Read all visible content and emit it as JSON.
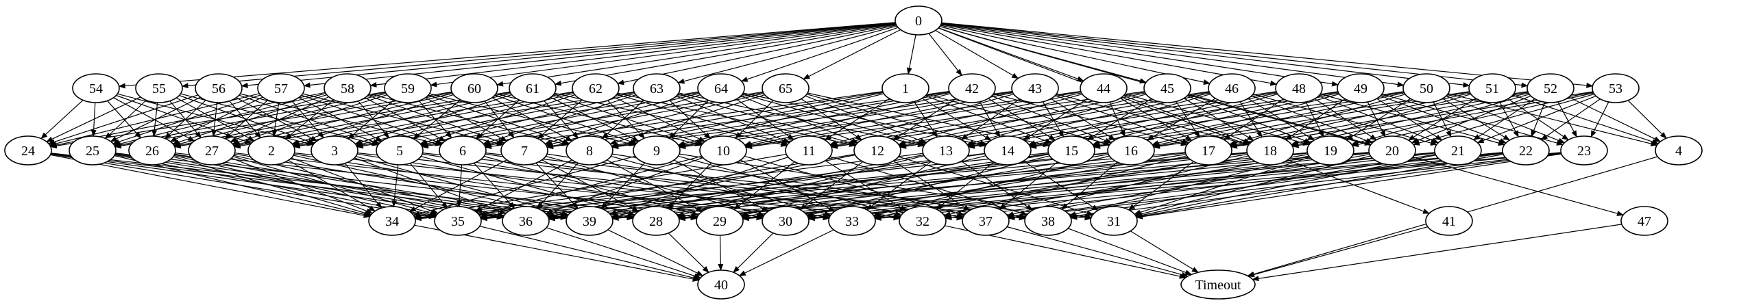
{
  "nodes": [
    {
      "id": "0",
      "label": "0"
    },
    {
      "id": "54",
      "label": "54"
    },
    {
      "id": "55",
      "label": "55"
    },
    {
      "id": "56",
      "label": "56"
    },
    {
      "id": "57",
      "label": "57"
    },
    {
      "id": "58",
      "label": "58"
    },
    {
      "id": "59",
      "label": "59"
    },
    {
      "id": "60",
      "label": "60"
    },
    {
      "id": "61",
      "label": "61"
    },
    {
      "id": "62",
      "label": "62"
    },
    {
      "id": "63",
      "label": "63"
    },
    {
      "id": "64",
      "label": "64"
    },
    {
      "id": "65",
      "label": "65"
    },
    {
      "id": "1",
      "label": "1"
    },
    {
      "id": "42",
      "label": "42"
    },
    {
      "id": "43",
      "label": "43"
    },
    {
      "id": "44",
      "label": "44"
    },
    {
      "id": "45",
      "label": "45"
    },
    {
      "id": "46",
      "label": "46"
    },
    {
      "id": "48",
      "label": "48"
    },
    {
      "id": "49",
      "label": "49"
    },
    {
      "id": "50",
      "label": "50"
    },
    {
      "id": "51",
      "label": "51"
    },
    {
      "id": "52",
      "label": "52"
    },
    {
      "id": "53",
      "label": "53"
    },
    {
      "id": "24",
      "label": "24"
    },
    {
      "id": "25",
      "label": "25"
    },
    {
      "id": "26",
      "label": "26"
    },
    {
      "id": "27",
      "label": "27"
    },
    {
      "id": "2",
      "label": "2"
    },
    {
      "id": "3",
      "label": "3"
    },
    {
      "id": "5",
      "label": "5"
    },
    {
      "id": "6",
      "label": "6"
    },
    {
      "id": "7",
      "label": "7"
    },
    {
      "id": "8",
      "label": "8"
    },
    {
      "id": "9",
      "label": "9"
    },
    {
      "id": "10",
      "label": "10"
    },
    {
      "id": "11",
      "label": "11"
    },
    {
      "id": "12",
      "label": "12"
    },
    {
      "id": "13",
      "label": "13"
    },
    {
      "id": "14",
      "label": "14"
    },
    {
      "id": "15",
      "label": "15"
    },
    {
      "id": "16",
      "label": "16"
    },
    {
      "id": "17",
      "label": "17"
    },
    {
      "id": "18",
      "label": "18"
    },
    {
      "id": "19",
      "label": "19"
    },
    {
      "id": "20",
      "label": "20"
    },
    {
      "id": "21",
      "label": "21"
    },
    {
      "id": "22",
      "label": "22"
    },
    {
      "id": "23",
      "label": "23"
    },
    {
      "id": "4",
      "label": "4"
    },
    {
      "id": "34",
      "label": "34"
    },
    {
      "id": "35",
      "label": "35"
    },
    {
      "id": "36",
      "label": "36"
    },
    {
      "id": "39",
      "label": "39"
    },
    {
      "id": "28",
      "label": "28"
    },
    {
      "id": "29",
      "label": "29"
    },
    {
      "id": "30",
      "label": "30"
    },
    {
      "id": "33",
      "label": "33"
    },
    {
      "id": "32",
      "label": "32"
    },
    {
      "id": "37",
      "label": "37"
    },
    {
      "id": "38",
      "label": "38"
    },
    {
      "id": "31",
      "label": "31"
    },
    {
      "id": "41",
      "label": "41"
    },
    {
      "id": "47",
      "label": "47"
    },
    {
      "id": "40",
      "label": "40",
      "color": "#0000ff"
    },
    {
      "id": "Timeout",
      "label": "Timeout",
      "color": "#ff0000"
    }
  ],
  "edges": [
    [
      "0",
      "54"
    ],
    [
      "0",
      "55"
    ],
    [
      "0",
      "56"
    ],
    [
      "0",
      "57"
    ],
    [
      "0",
      "58"
    ],
    [
      "0",
      "59"
    ],
    [
      "0",
      "60"
    ],
    [
      "0",
      "61"
    ],
    [
      "0",
      "62"
    ],
    [
      "0",
      "63"
    ],
    [
      "0",
      "64"
    ],
    [
      "0",
      "65"
    ],
    [
      "0",
      "1"
    ],
    [
      "0",
      "42"
    ],
    [
      "0",
      "43"
    ],
    [
      "0",
      "44"
    ],
    [
      "0",
      "45"
    ],
    [
      "0",
      "46"
    ],
    [
      "0",
      "48"
    ],
    [
      "0",
      "49"
    ],
    [
      "0",
      "50"
    ],
    [
      "0",
      "51"
    ],
    [
      "0",
      "52"
    ],
    [
      "0",
      "53"
    ],
    [
      "0",
      "41"
    ],
    [
      "0",
      "47"
    ],
    [
      "54",
      "24"
    ],
    [
      "54",
      "25"
    ],
    [
      "54",
      "26"
    ],
    [
      "54",
      "27"
    ],
    [
      "54",
      "2"
    ],
    [
      "54",
      "3"
    ],
    [
      "55",
      "24"
    ],
    [
      "55",
      "25"
    ],
    [
      "55",
      "26"
    ],
    [
      "55",
      "27"
    ],
    [
      "55",
      "2"
    ],
    [
      "55",
      "3"
    ],
    [
      "55",
      "5"
    ],
    [
      "56",
      "24"
    ],
    [
      "56",
      "25"
    ],
    [
      "56",
      "26"
    ],
    [
      "56",
      "27"
    ],
    [
      "56",
      "2"
    ],
    [
      "56",
      "3"
    ],
    [
      "56",
      "5"
    ],
    [
      "56",
      "6"
    ],
    [
      "57",
      "24"
    ],
    [
      "57",
      "25"
    ],
    [
      "57",
      "26"
    ],
    [
      "57",
      "27"
    ],
    [
      "57",
      "2"
    ],
    [
      "57",
      "3"
    ],
    [
      "57",
      "5"
    ],
    [
      "57",
      "6"
    ],
    [
      "57",
      "7"
    ],
    [
      "58",
      "24"
    ],
    [
      "58",
      "25"
    ],
    [
      "58",
      "26"
    ],
    [
      "58",
      "27"
    ],
    [
      "58",
      "2"
    ],
    [
      "58",
      "5"
    ],
    [
      "58",
      "6"
    ],
    [
      "58",
      "7"
    ],
    [
      "58",
      "8"
    ],
    [
      "59",
      "24"
    ],
    [
      "59",
      "25"
    ],
    [
      "59",
      "26"
    ],
    [
      "59",
      "27"
    ],
    [
      "59",
      "3"
    ],
    [
      "59",
      "6"
    ],
    [
      "59",
      "7"
    ],
    [
      "59",
      "8"
    ],
    [
      "59",
      "9"
    ],
    [
      "60",
      "25"
    ],
    [
      "60",
      "26"
    ],
    [
      "60",
      "27"
    ],
    [
      "60",
      "2"
    ],
    [
      "60",
      "5"
    ],
    [
      "60",
      "7"
    ],
    [
      "60",
      "8"
    ],
    [
      "60",
      "9"
    ],
    [
      "60",
      "10"
    ],
    [
      "61",
      "26"
    ],
    [
      "61",
      "27"
    ],
    [
      "61",
      "2"
    ],
    [
      "61",
      "3"
    ],
    [
      "61",
      "6"
    ],
    [
      "61",
      "8"
    ],
    [
      "61",
      "9"
    ],
    [
      "61",
      "10"
    ],
    [
      "61",
      "11"
    ],
    [
      "62",
      "27"
    ],
    [
      "62",
      "2"
    ],
    [
      "62",
      "3"
    ],
    [
      "62",
      "5"
    ],
    [
      "62",
      "7"
    ],
    [
      "62",
      "9"
    ],
    [
      "62",
      "10"
    ],
    [
      "62",
      "11"
    ],
    [
      "62",
      "12"
    ],
    [
      "63",
      "2"
    ],
    [
      "63",
      "3"
    ],
    [
      "63",
      "5"
    ],
    [
      "63",
      "6"
    ],
    [
      "63",
      "8"
    ],
    [
      "63",
      "10"
    ],
    [
      "63",
      "11"
    ],
    [
      "63",
      "12"
    ],
    [
      "63",
      "13"
    ],
    [
      "64",
      "3"
    ],
    [
      "64",
      "5"
    ],
    [
      "64",
      "6"
    ],
    [
      "64",
      "7"
    ],
    [
      "64",
      "9"
    ],
    [
      "64",
      "11"
    ],
    [
      "64",
      "12"
    ],
    [
      "64",
      "13"
    ],
    [
      "64",
      "14"
    ],
    [
      "65",
      "5"
    ],
    [
      "65",
      "6"
    ],
    [
      "65",
      "7"
    ],
    [
      "65",
      "8"
    ],
    [
      "65",
      "10"
    ],
    [
      "65",
      "12"
    ],
    [
      "65",
      "13"
    ],
    [
      "65",
      "14"
    ],
    [
      "65",
      "15"
    ],
    [
      "1",
      "6"
    ],
    [
      "1",
      "7"
    ],
    [
      "1",
      "8"
    ],
    [
      "1",
      "9"
    ],
    [
      "1",
      "11"
    ],
    [
      "1",
      "13"
    ],
    [
      "1",
      "14"
    ],
    [
      "1",
      "15"
    ],
    [
      "1",
      "16"
    ],
    [
      "42",
      "7"
    ],
    [
      "42",
      "8"
    ],
    [
      "42",
      "9"
    ],
    [
      "42",
      "10"
    ],
    [
      "42",
      "12"
    ],
    [
      "42",
      "14"
    ],
    [
      "42",
      "15"
    ],
    [
      "42",
      "16"
    ],
    [
      "42",
      "17"
    ],
    [
      "43",
      "8"
    ],
    [
      "43",
      "9"
    ],
    [
      "43",
      "10"
    ],
    [
      "43",
      "11"
    ],
    [
      "43",
      "13"
    ],
    [
      "43",
      "15"
    ],
    [
      "43",
      "16"
    ],
    [
      "43",
      "17"
    ],
    [
      "43",
      "18"
    ],
    [
      "44",
      "9"
    ],
    [
      "44",
      "10"
    ],
    [
      "44",
      "11"
    ],
    [
      "44",
      "12"
    ],
    [
      "44",
      "14"
    ],
    [
      "44",
      "16"
    ],
    [
      "44",
      "17"
    ],
    [
      "44",
      "18"
    ],
    [
      "44",
      "19"
    ],
    [
      "45",
      "10"
    ],
    [
      "45",
      "11"
    ],
    [
      "45",
      "12"
    ],
    [
      "45",
      "13"
    ],
    [
      "45",
      "15"
    ],
    [
      "45",
      "17"
    ],
    [
      "45",
      "18"
    ],
    [
      "45",
      "19"
    ],
    [
      "45",
      "20"
    ],
    [
      "46",
      "11"
    ],
    [
      "46",
      "12"
    ],
    [
      "46",
      "13"
    ],
    [
      "46",
      "14"
    ],
    [
      "46",
      "16"
    ],
    [
      "46",
      "18"
    ],
    [
      "46",
      "19"
    ],
    [
      "46",
      "20"
    ],
    [
      "46",
      "21"
    ],
    [
      "48",
      "12"
    ],
    [
      "48",
      "13"
    ],
    [
      "48",
      "14"
    ],
    [
      "48",
      "15"
    ],
    [
      "48",
      "17"
    ],
    [
      "48",
      "19"
    ],
    [
      "48",
      "20"
    ],
    [
      "48",
      "21"
    ],
    [
      "48",
      "22"
    ],
    [
      "49",
      "13"
    ],
    [
      "49",
      "14"
    ],
    [
      "49",
      "15"
    ],
    [
      "49",
      "16"
    ],
    [
      "49",
      "18"
    ],
    [
      "49",
      "20"
    ],
    [
      "49",
      "21"
    ],
    [
      "49",
      "22"
    ],
    [
      "49",
      "23"
    ],
    [
      "50",
      "14"
    ],
    [
      "50",
      "15"
    ],
    [
      "50",
      "16"
    ],
    [
      "50",
      "17"
    ],
    [
      "50",
      "19"
    ],
    [
      "50",
      "21"
    ],
    [
      "50",
      "22"
    ],
    [
      "50",
      "23"
    ],
    [
      "50",
      "4"
    ],
    [
      "51",
      "15"
    ],
    [
      "51",
      "16"
    ],
    [
      "51",
      "17"
    ],
    [
      "51",
      "18"
    ],
    [
      "51",
      "20"
    ],
    [
      "51",
      "22"
    ],
    [
      "51",
      "23"
    ],
    [
      "51",
      "4"
    ],
    [
      "52",
      "16"
    ],
    [
      "52",
      "17"
    ],
    [
      "52",
      "18"
    ],
    [
      "52",
      "19"
    ],
    [
      "52",
      "20"
    ],
    [
      "52",
      "21"
    ],
    [
      "52",
      "22"
    ],
    [
      "52",
      "23"
    ],
    [
      "52",
      "4"
    ],
    [
      "53",
      "17"
    ],
    [
      "53",
      "18"
    ],
    [
      "53",
      "19"
    ],
    [
      "53",
      "20"
    ],
    [
      "53",
      "21"
    ],
    [
      "53",
      "22"
    ],
    [
      "53",
      "23"
    ],
    [
      "53",
      "4"
    ],
    [
      "24",
      "34"
    ],
    [
      "24",
      "35"
    ],
    [
      "24",
      "36"
    ],
    [
      "24",
      "39"
    ],
    [
      "24",
      "28"
    ],
    [
      "25",
      "34"
    ],
    [
      "25",
      "35"
    ],
    [
      "25",
      "36"
    ],
    [
      "25",
      "39"
    ],
    [
      "25",
      "29"
    ],
    [
      "26",
      "34"
    ],
    [
      "26",
      "35"
    ],
    [
      "26",
      "36"
    ],
    [
      "26",
      "39"
    ],
    [
      "26",
      "30"
    ],
    [
      "27",
      "34"
    ],
    [
      "27",
      "35"
    ],
    [
      "27",
      "36"
    ],
    [
      "27",
      "28"
    ],
    [
      "27",
      "33"
    ],
    [
      "2",
      "34"
    ],
    [
      "2",
      "35"
    ],
    [
      "2",
      "39"
    ],
    [
      "2",
      "29"
    ],
    [
      "2",
      "32"
    ],
    [
      "3",
      "34"
    ],
    [
      "3",
      "36"
    ],
    [
      "3",
      "39"
    ],
    [
      "3",
      "30"
    ],
    [
      "3",
      "37"
    ],
    [
      "5",
      "34"
    ],
    [
      "5",
      "35"
    ],
    [
      "5",
      "28"
    ],
    [
      "5",
      "33"
    ],
    [
      "5",
      "38"
    ],
    [
      "6",
      "35"
    ],
    [
      "6",
      "36"
    ],
    [
      "6",
      "29"
    ],
    [
      "6",
      "32"
    ],
    [
      "6",
      "31"
    ],
    [
      "7",
      "34"
    ],
    [
      "7",
      "39"
    ],
    [
      "7",
      "30"
    ],
    [
      "7",
      "37"
    ],
    [
      "7",
      "28"
    ],
    [
      "8",
      "35"
    ],
    [
      "8",
      "36"
    ],
    [
      "8",
      "33"
    ],
    [
      "8",
      "38"
    ],
    [
      "8",
      "29"
    ],
    [
      "9",
      "34"
    ],
    [
      "9",
      "39"
    ],
    [
      "9",
      "32"
    ],
    [
      "9",
      "31"
    ],
    [
      "9",
      "30"
    ],
    [
      "10",
      "35"
    ],
    [
      "10",
      "36"
    ],
    [
      "10",
      "28"
    ],
    [
      "10",
      "37"
    ],
    [
      "10",
      "33"
    ],
    [
      "11",
      "34"
    ],
    [
      "11",
      "39"
    ],
    [
      "11",
      "29"
    ],
    [
      "11",
      "38"
    ],
    [
      "11",
      "32"
    ],
    [
      "12",
      "35"
    ],
    [
      "12",
      "36"
    ],
    [
      "12",
      "30"
    ],
    [
      "12",
      "31"
    ],
    [
      "12",
      "37"
    ],
    [
      "13",
      "34"
    ],
    [
      "13",
      "39"
    ],
    [
      "13",
      "28"
    ],
    [
      "13",
      "33"
    ],
    [
      "13",
      "38"
    ],
    [
      "14",
      "35"
    ],
    [
      "14",
      "36"
    ],
    [
      "14",
      "29"
    ],
    [
      "14",
      "32"
    ],
    [
      "14",
      "31"
    ],
    [
      "15",
      "34"
    ],
    [
      "15",
      "39"
    ],
    [
      "15",
      "30"
    ],
    [
      "15",
      "37"
    ],
    [
      "15",
      "28"
    ],
    [
      "16",
      "35"
    ],
    [
      "16",
      "36"
    ],
    [
      "16",
      "33"
    ],
    [
      "16",
      "38"
    ],
    [
      "16",
      "29"
    ],
    [
      "17",
      "34"
    ],
    [
      "17",
      "39"
    ],
    [
      "17",
      "32"
    ],
    [
      "17",
      "31"
    ],
    [
      "17",
      "30"
    ],
    [
      "18",
      "35"
    ],
    [
      "18",
      "36"
    ],
    [
      "18",
      "28"
    ],
    [
      "18",
      "37"
    ],
    [
      "18",
      "33"
    ],
    [
      "19",
      "39"
    ],
    [
      "19",
      "29"
    ],
    [
      "19",
      "38"
    ],
    [
      "19",
      "32"
    ],
    [
      "19",
      "31"
    ],
    [
      "20",
      "36"
    ],
    [
      "20",
      "30"
    ],
    [
      "20",
      "31"
    ],
    [
      "20",
      "37"
    ],
    [
      "20",
      "28"
    ],
    [
      "21",
      "28"
    ],
    [
      "21",
      "33"
    ],
    [
      "21",
      "38"
    ],
    [
      "21",
      "29"
    ],
    [
      "21",
      "31"
    ],
    [
      "22",
      "29"
    ],
    [
      "22",
      "32"
    ],
    [
      "22",
      "31"
    ],
    [
      "22",
      "30"
    ],
    [
      "22",
      "37"
    ],
    [
      "23",
      "30"
    ],
    [
      "23",
      "37"
    ],
    [
      "23",
      "38"
    ],
    [
      "23",
      "31"
    ],
    [
      "23",
      "33"
    ],
    [
      "4",
      "Timeout"
    ],
    [
      "34",
      "40"
    ],
    [
      "35",
      "40"
    ],
    [
      "36",
      "40"
    ],
    [
      "39",
      "40"
    ],
    [
      "28",
      "40"
    ],
    [
      "29",
      "40"
    ],
    [
      "30",
      "40"
    ],
    [
      "33",
      "40"
    ],
    [
      "32",
      "Timeout"
    ],
    [
      "37",
      "Timeout"
    ],
    [
      "38",
      "Timeout"
    ],
    [
      "31",
      "Timeout"
    ],
    [
      "41",
      "Timeout"
    ],
    [
      "47",
      "Timeout"
    ]
  ]
}
